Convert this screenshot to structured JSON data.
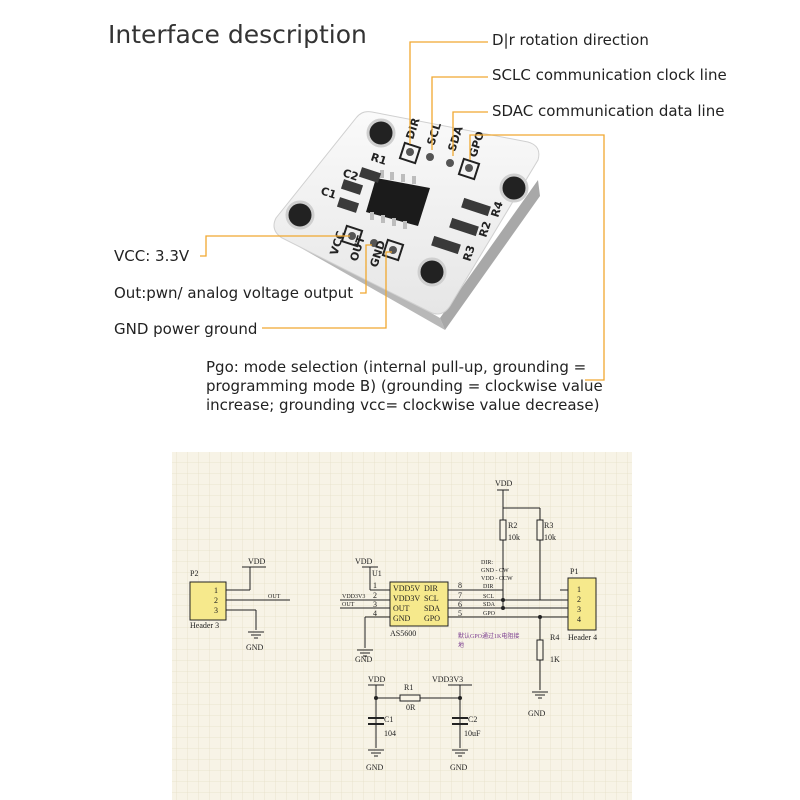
{
  "header": {
    "title": "Interface description"
  },
  "callouts": {
    "dir": "D|r rotation direction",
    "scl": "SCLC communication clock line",
    "sda": "SDAC communication data line",
    "vcc": "VCC: 3.3V",
    "out": "Out:pwn/ analog voltage output",
    "gnd": "GND power ground",
    "pgo": "Pgo: mode selection (internal pull-up, grounding = programming mode B) (grounding = clockwise value increase; grounding vcc= clockwise value decrease)"
  },
  "board": {
    "pin_labels": [
      "DIR",
      "SCL",
      "SDA",
      "GPO",
      "VCC",
      "OUT",
      "GND"
    ],
    "component_labels": [
      "R1",
      "C2",
      "C1",
      "R4",
      "R2",
      "R3"
    ]
  },
  "schematic": {
    "vdd": "VDD",
    "vdd3v3": "VDD3V3",
    "gnd": "GND",
    "p2": {
      "ref": "P2",
      "name": "Header 3",
      "pins": [
        "1",
        "2",
        "3"
      ],
      "out": "OUT"
    },
    "u1": {
      "ref": "U1",
      "name": "AS5600",
      "left_names": [
        "VDD5V",
        "VDD3V",
        "OUT",
        "GND"
      ],
      "right_names": [
        "DIR",
        "SCL",
        "SDA",
        "GPO"
      ],
      "left_pins": [
        "1",
        "2",
        "3",
        "4"
      ],
      "right_pins": [
        "8",
        "7",
        "6",
        "5"
      ],
      "left_nets": [
        "VDD3V3",
        "OUT"
      ]
    },
    "nets_right": [
      "DIR",
      "SCL",
      "SDA",
      "GPO"
    ],
    "dir_note": [
      "DIR:",
      "GND - CW",
      "VDD - CCW"
    ],
    "r2": {
      "ref": "R2",
      "value": "10k"
    },
    "r3": {
      "ref": "R3",
      "value": "10k"
    },
    "r4": {
      "ref": "R4",
      "value": "1K"
    },
    "r1": {
      "ref": "R1",
      "value": "0R"
    },
    "c1": {
      "ref": "C1",
      "value": "104"
    },
    "c2": {
      "ref": "C2",
      "value": "10uF"
    },
    "p1": {
      "ref": "P1",
      "name": "Header 4",
      "pins": [
        "1",
        "2",
        "3",
        "4"
      ]
    },
    "gpo_note": [
      "默认GPO通过1K电阻接",
      "地"
    ]
  },
  "colors": {
    "callout_line": "#f0a830",
    "board": "#f4f4f4",
    "schematic_paper": "#f7f3e6",
    "grid": "#e6dfc8"
  }
}
